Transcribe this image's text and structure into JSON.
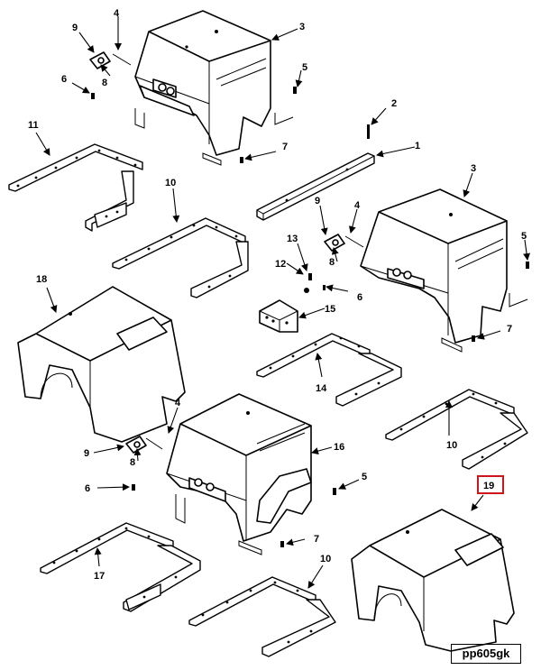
{
  "callouts": {
    "c1": "1",
    "c2": "2",
    "c3a": "3",
    "c3b": "3",
    "c4a": "4",
    "c4b": "4",
    "c4c": "4",
    "c5a": "5",
    "c5b": "5",
    "c5c": "5",
    "c6a": "6",
    "c6b": "6",
    "c6c": "6",
    "c7a": "7",
    "c7b": "7",
    "c7c": "7",
    "c8a": "8",
    "c8b": "8",
    "c8c": "8",
    "c9a": "9",
    "c9b": "9",
    "c9c": "9",
    "c10a": "10",
    "c10b": "10",
    "c10c": "10",
    "c11": "11",
    "c12": "12",
    "c13": "13",
    "c14": "14",
    "c15": "15",
    "c16": "16",
    "c17": "17",
    "c18": "18",
    "c19": "19"
  },
  "highlighted_callout": "19",
  "highlight_color": "#d0141c",
  "figure_code": "pp605gk"
}
